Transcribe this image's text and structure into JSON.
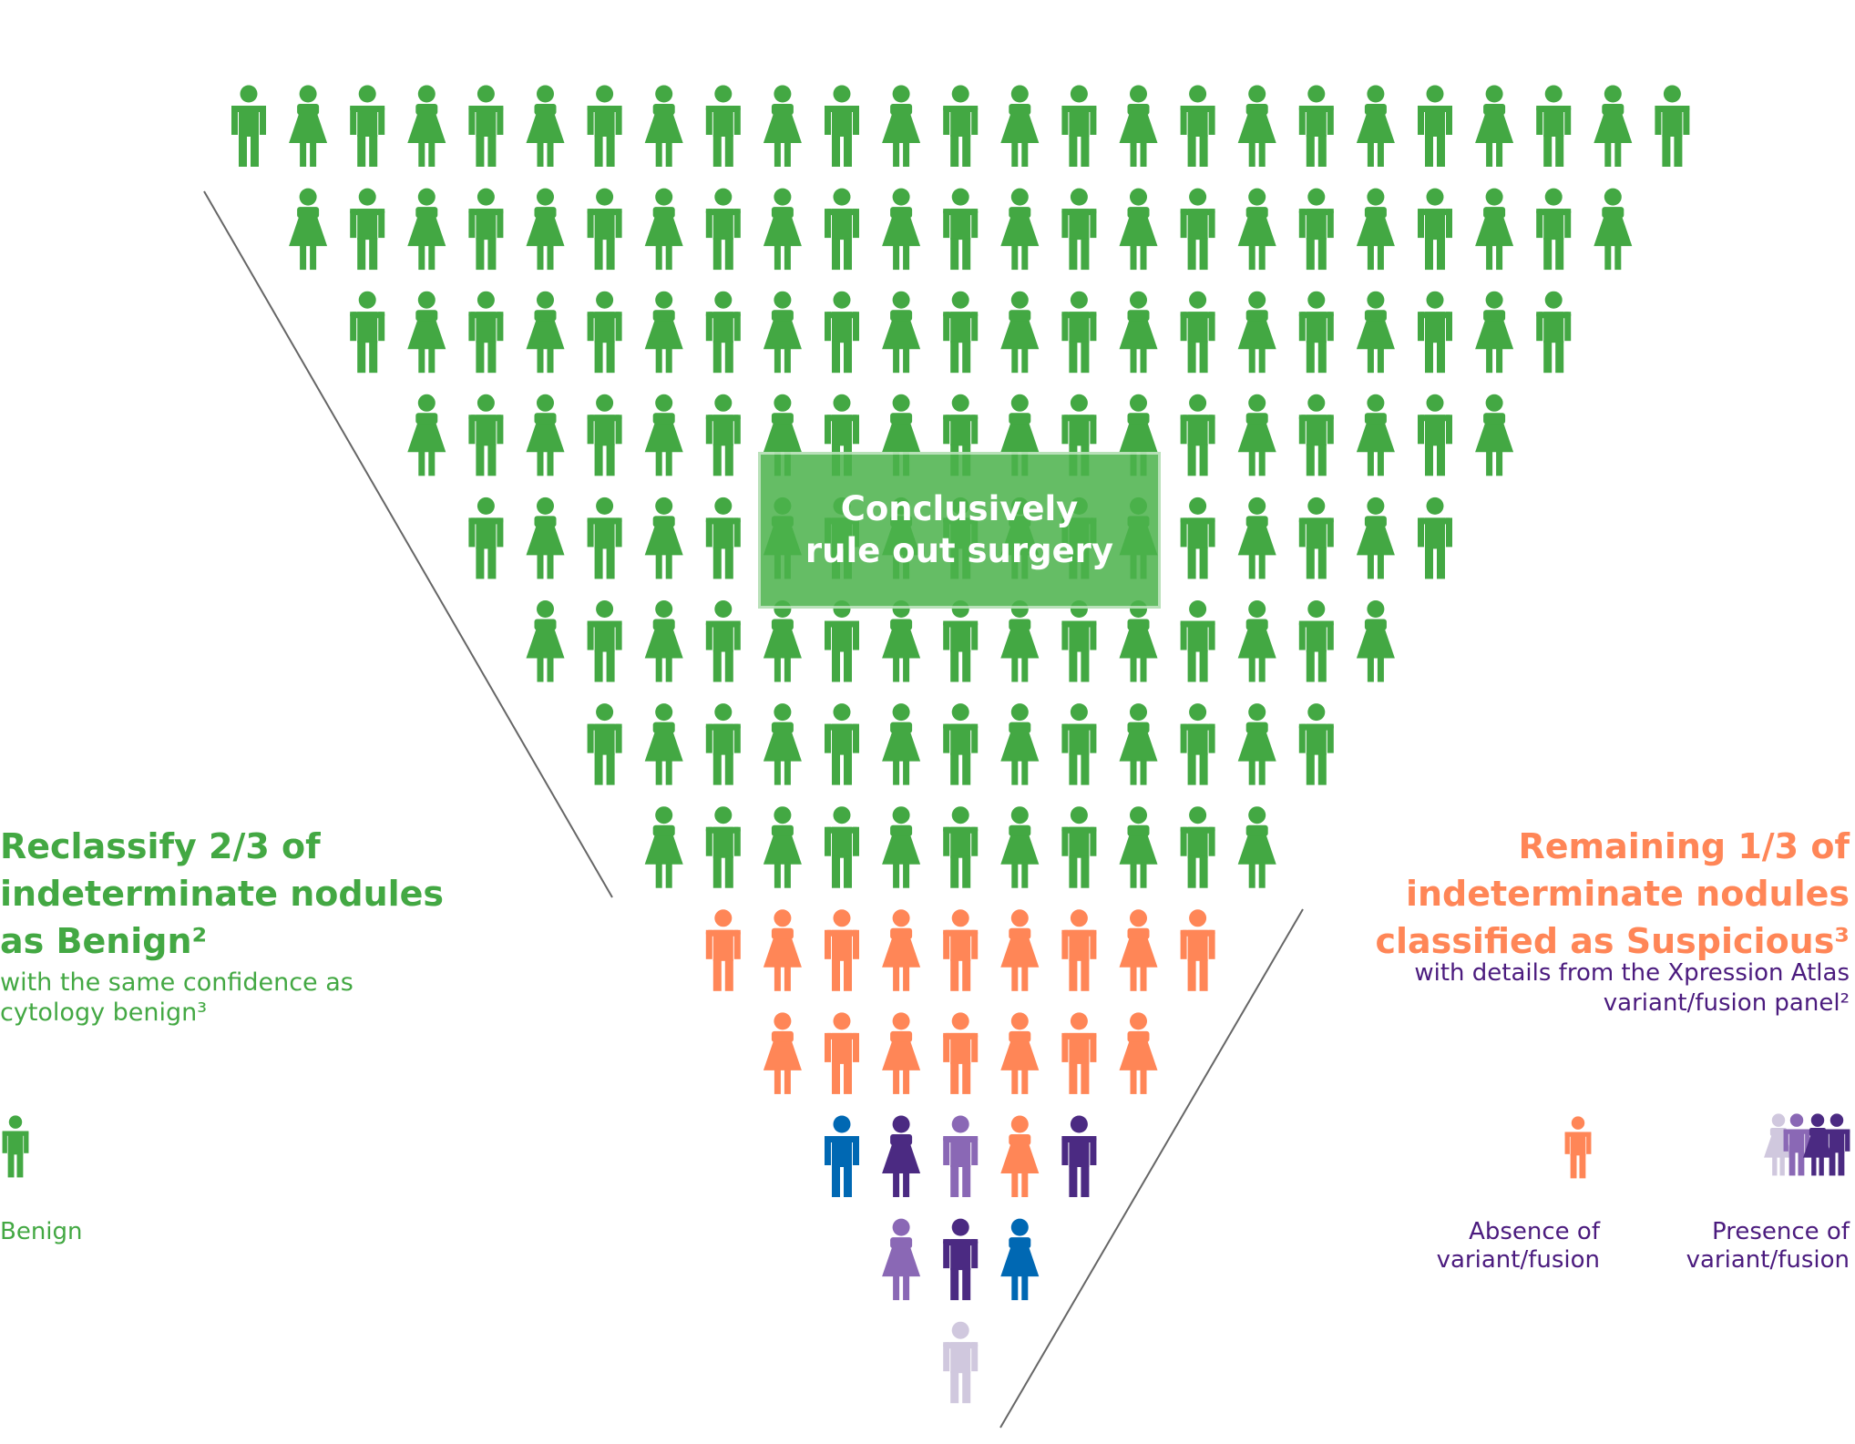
{
  "colors": {
    "benign": "#43A843",
    "suspicious": "#FF8657",
    "fusion_blue": "#0068B3",
    "fusion_dark_purple": "#4B2A82",
    "fusion_purple": "#8A68B5",
    "fusion_light": "#D0C8DE",
    "text_purple": "#4B1B7E",
    "divider": "#666666"
  },
  "callout": {
    "text": "Conclusively\nrule out surgery"
  },
  "left": {
    "headline": "Reclassify 2/3 of indeterminate nodules as Benign²",
    "subtext": "with the same confidence as cytology benign³"
  },
  "right": {
    "headline": "Remaining 1/3 of indeterminate nodules classified as Suspicious³",
    "subtext": "with details from the Xpression Atlas variant/fusion panel²"
  },
  "legend": {
    "benign": "Benign",
    "absence": "Absence of variant/fusion",
    "presence": "Presence of variant/fusion"
  },
  "chart_data": {
    "type": "pictogram",
    "rows": [
      {
        "count": 25,
        "category": "benign"
      },
      {
        "count": 23,
        "category": "benign"
      },
      {
        "count": 21,
        "category": "benign"
      },
      {
        "count": 19,
        "category": "benign"
      },
      {
        "count": 17,
        "category": "benign"
      },
      {
        "count": 15,
        "category": "benign"
      },
      {
        "count": 13,
        "category": "benign"
      },
      {
        "count": 11,
        "category": "benign"
      },
      {
        "count": 9,
        "category": "suspicious_absence"
      },
      {
        "count": 7,
        "category": "suspicious_absence"
      },
      {
        "count": 5,
        "category": "mixed",
        "colors": [
          "fusion_blue",
          "fusion_dark_purple",
          "fusion_purple",
          "suspicious",
          "fusion_dark_purple"
        ]
      },
      {
        "count": 3,
        "category": "mixed",
        "colors": [
          "fusion_purple",
          "fusion_dark_purple",
          "fusion_blue"
        ]
      },
      {
        "count": 1,
        "category": "mixed",
        "colors": [
          "fusion_light"
        ]
      }
    ],
    "totals": {
      "benign": 144,
      "suspicious": 25
    }
  }
}
